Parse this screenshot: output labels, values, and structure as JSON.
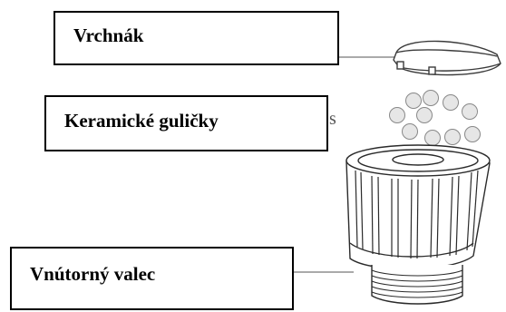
{
  "labels": {
    "lid": "Vrchnák",
    "balls": "Keramické guličky",
    "cylinder": "Vnútorný valec"
  },
  "artifact_text": "s",
  "colors": {
    "line": "#555555",
    "part_stroke": "#3a3a3a",
    "ball_fill": "#e6e6e6"
  }
}
